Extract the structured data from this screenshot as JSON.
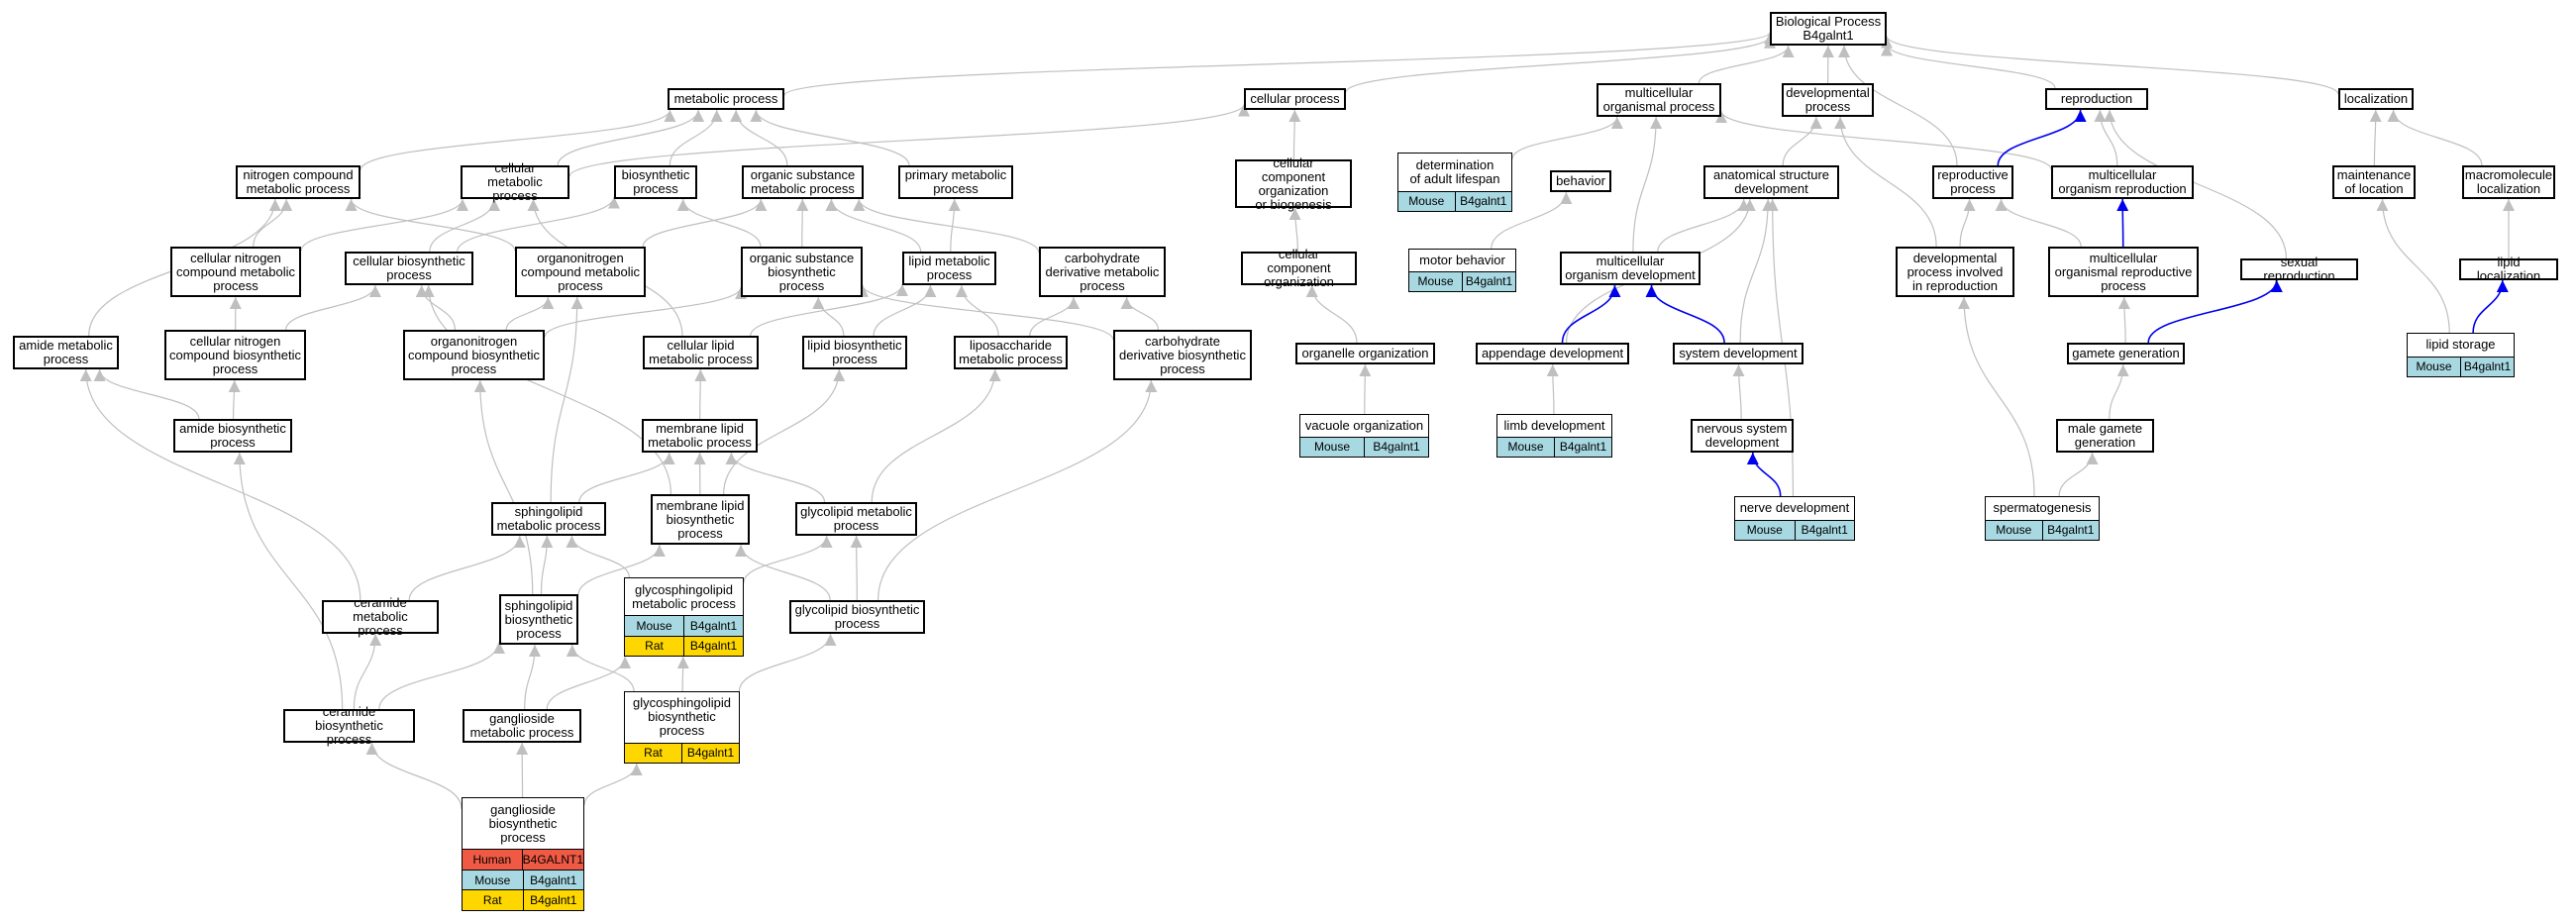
{
  "colors": {
    "edge_gray": "#bfbfbf",
    "edge_blue": "#0000ee",
    "Human": "#f05a45",
    "Mouse": "#a8d8e2",
    "Rat": "#ffd700"
  },
  "nodes": {
    "root": "Biological Process\nB4galnt1",
    "metabolic_process": "metabolic process",
    "cellular_process": "cellular process",
    "multicellular_organismal_process": "multicellular\norganismal process",
    "developmental_process": "developmental\nprocess",
    "reproduction": "reproduction",
    "localization": "localization",
    "nitrogen_compound_metabolic_process": "nitrogen compound\nmetabolic process",
    "cellular_metabolic_process": "cellular metabolic\nprocess",
    "biosynthetic_process": "biosynthetic\nprocess",
    "organic_substance_metabolic_process": "organic substance\nmetabolic process",
    "primary_metabolic_process": "primary metabolic\nprocess",
    "cellular_component_organization_or_biogenesis": "cellular component\norganization\nor biogenesis",
    "behavior": "behavior",
    "anatomical_structure_development": "anatomical structure\ndevelopment",
    "reproductive_process": "reproductive\nprocess",
    "multicellular_organism_reproduction": "multicellular\norganism reproduction",
    "maintenance_of_location": "maintenance\nof location",
    "macromolecule_localization": "macromolecule\nlocalization",
    "cellular_nitrogen_compound_metabolic_process": "cellular nitrogen\ncompound metabolic\nprocess",
    "cellular_biosynthetic_process": "cellular biosynthetic\nprocess",
    "organonitrogen_compound_metabolic_process": "organonitrogen\ncompound metabolic\nprocess",
    "organic_substance_biosynthetic_process": "organic substance\nbiosynthetic\nprocess",
    "lipid_metabolic_process": "lipid metabolic\nprocess",
    "carbohydrate_derivative_metabolic_process": "carbohydrate\nderivative metabolic\nprocess",
    "cellular_component_organization": "cellular component\norganization",
    "multicellular_organism_development": "multicellular\norganism development",
    "developmental_process_involved_in_reproduction": "developmental\nprocess involved\nin reproduction",
    "multicellular_organismal_reproductive_process": "multicellular\norganismal reproductive\nprocess",
    "sexual_reproduction": "sexual reproduction",
    "lipid_localization": "lipid localization",
    "amide_metabolic_process": "amide metabolic\nprocess",
    "cellular_nitrogen_compound_biosynthetic_process": "cellular nitrogen\ncompound biosynthetic\nprocess",
    "organonitrogen_compound_biosynthetic_process": "organonitrogen\ncompound biosynthetic\nprocess",
    "cellular_lipid_metabolic_process": "cellular lipid\nmetabolic process",
    "lipid_biosynthetic_process": "lipid biosynthetic\nprocess",
    "liposaccharide_metabolic_process": "liposaccharide\nmetabolic process",
    "carbohydrate_derivative_biosynthetic_process": "carbohydrate\nderivative biosynthetic\nprocess",
    "organelle_organization": "organelle organization",
    "appendage_development": "appendage development",
    "system_development": "system development",
    "gamete_generation": "gamete generation",
    "amide_biosynthetic_process": "amide biosynthetic\nprocess",
    "membrane_lipid_metabolic_process": "membrane lipid\nmetabolic process",
    "nervous_system_development": "nervous system\ndevelopment",
    "male_gamete_generation": "male gamete\ngeneration",
    "sphingolipid_metabolic_process": "sphingolipid\nmetabolic process",
    "membrane_lipid_biosynthetic_process": "membrane lipid\nbiosynthetic\nprocess",
    "glycolipid_metabolic_process": "glycolipid metabolic\nprocess",
    "ceramide_metabolic_process": "ceramide metabolic\nprocess",
    "sphingolipid_biosynthetic_process": "sphingolipid\nbiosynthetic\nprocess",
    "glycolipid_biosynthetic_process": "glycolipid biosynthetic\nprocess",
    "ceramide_biosynthetic_process": "ceramide biosynthetic\nprocess",
    "ganglioside_metabolic_process": "ganglioside\nmetabolic process"
  },
  "gene_nodes": {
    "determination_of_adult_lifespan": {
      "title": "determination\nof adult lifespan",
      "rows": [
        [
          "Mouse",
          "B4galnt1"
        ]
      ]
    },
    "motor_behavior": {
      "title": "motor behavior",
      "rows": [
        [
          "Mouse",
          "B4galnt1"
        ]
      ]
    },
    "vacuole_organization": {
      "title": "vacuole organization",
      "rows": [
        [
          "Mouse",
          "B4galnt1"
        ]
      ]
    },
    "limb_development": {
      "title": "limb development",
      "rows": [
        [
          "Mouse",
          "B4galnt1"
        ]
      ]
    },
    "nerve_development": {
      "title": "nerve development",
      "rows": [
        [
          "Mouse",
          "B4galnt1"
        ]
      ]
    },
    "spermatogenesis": {
      "title": "spermatogenesis",
      "rows": [
        [
          "Mouse",
          "B4galnt1"
        ]
      ]
    },
    "lipid_storage": {
      "title": "lipid storage",
      "rows": [
        [
          "Mouse",
          "B4galnt1"
        ]
      ]
    },
    "glycosphingolipid_metabolic_process": {
      "title": "glycosphingolipid\nmetabolic process",
      "rows": [
        [
          "Mouse",
          "B4galnt1"
        ],
        [
          "Rat",
          "B4galnt1"
        ]
      ]
    },
    "glycosphingolipid_biosynthetic_process": {
      "title": "glycosphingolipid\nbiosynthetic\nprocess",
      "rows": [
        [
          "Rat",
          "B4galnt1"
        ]
      ]
    },
    "ganglioside_biosynthetic_process": {
      "title": "ganglioside\nbiosynthetic\nprocess",
      "rows": [
        [
          "Human",
          "B4GALNT1"
        ],
        [
          "Mouse",
          "B4galnt1"
        ],
        [
          "Rat",
          "B4galnt1"
        ]
      ]
    }
  },
  "edges": [
    [
      "metabolic_process",
      "root",
      "gray"
    ],
    [
      "cellular_process",
      "root",
      "gray"
    ],
    [
      "multicellular_organismal_process",
      "root",
      "gray"
    ],
    [
      "developmental_process",
      "root",
      "gray"
    ],
    [
      "reproduction",
      "root",
      "gray"
    ],
    [
      "localization",
      "root",
      "gray"
    ],
    [
      "reproductive_process",
      "root",
      "gray"
    ],
    [
      "nitrogen_compound_metabolic_process",
      "metabolic_process",
      "gray"
    ],
    [
      "cellular_metabolic_process",
      "metabolic_process",
      "gray"
    ],
    [
      "biosynthetic_process",
      "metabolic_process",
      "gray"
    ],
    [
      "organic_substance_metabolic_process",
      "metabolic_process",
      "gray"
    ],
    [
      "primary_metabolic_process",
      "metabolic_process",
      "gray"
    ],
    [
      "cellular_metabolic_process",
      "cellular_process",
      "gray"
    ],
    [
      "cellular_component_organization_or_biogenesis",
      "cellular_process",
      "gray"
    ],
    [
      "multicellular_organism_reproduction",
      "multicellular_organismal_process",
      "gray"
    ],
    [
      "determination_of_adult_lifespan",
      "multicellular_organismal_process",
      "gray"
    ],
    [
      "multicellular_organism_development",
      "multicellular_organismal_process",
      "gray"
    ],
    [
      "anatomical_structure_development",
      "developmental_process",
      "gray"
    ],
    [
      "developmental_process_involved_in_reproduction",
      "developmental_process",
      "gray"
    ],
    [
      "reproductive_process",
      "reproduction",
      "blue"
    ],
    [
      "multicellular_organism_reproduction",
      "reproduction",
      "gray"
    ],
    [
      "sexual_reproduction",
      "reproduction",
      "gray"
    ],
    [
      "maintenance_of_location",
      "localization",
      "gray"
    ],
    [
      "macromolecule_localization",
      "localization",
      "gray"
    ],
    [
      "cellular_nitrogen_compound_metabolic_process",
      "nitrogen_compound_metabolic_process",
      "gray"
    ],
    [
      "organonitrogen_compound_metabolic_process",
      "nitrogen_compound_metabolic_process",
      "gray"
    ],
    [
      "amide_metabolic_process",
      "nitrogen_compound_metabolic_process",
      "gray"
    ],
    [
      "cellular_biosynthetic_process",
      "cellular_metabolic_process",
      "gray"
    ],
    [
      "cellular_nitrogen_compound_metabolic_process",
      "cellular_metabolic_process",
      "gray"
    ],
    [
      "cellular_lipid_metabolic_process",
      "cellular_metabolic_process",
      "gray"
    ],
    [
      "cellular_biosynthetic_process",
      "biosynthetic_process",
      "gray"
    ],
    [
      "organic_substance_biosynthetic_process",
      "biosynthetic_process",
      "gray"
    ],
    [
      "organonitrogen_compound_metabolic_process",
      "organic_substance_metabolic_process",
      "gray"
    ],
    [
      "organic_substance_biosynthetic_process",
      "organic_substance_metabolic_process",
      "gray"
    ],
    [
      "lipid_metabolic_process",
      "organic_substance_metabolic_process",
      "gray"
    ],
    [
      "carbohydrate_derivative_metabolic_process",
      "organic_substance_metabolic_process",
      "gray"
    ],
    [
      "lipid_metabolic_process",
      "primary_metabolic_process",
      "gray"
    ],
    [
      "cellular_component_organization",
      "cellular_component_organization_or_biogenesis",
      "gray"
    ],
    [
      "motor_behavior",
      "behavior",
      "gray"
    ],
    [
      "multicellular_organism_development",
      "anatomical_structure_development",
      "gray"
    ],
    [
      "appendage_development",
      "anatomical_structure_development",
      "gray"
    ],
    [
      "system_development",
      "anatomical_structure_development",
      "gray"
    ],
    [
      "nerve_development",
      "anatomical_structure_development",
      "gray"
    ],
    [
      "developmental_process_involved_in_reproduction",
      "reproductive_process",
      "gray"
    ],
    [
      "multicellular_organismal_reproductive_process",
      "reproductive_process",
      "gray"
    ],
    [
      "multicellular_organismal_reproductive_process",
      "multicellular_organism_reproduction",
      "blue"
    ],
    [
      "lipid_storage",
      "maintenance_of_location",
      "gray"
    ],
    [
      "lipid_localization",
      "macromolecule_localization",
      "gray"
    ],
    [
      "cellular_nitrogen_compound_biosynthetic_process",
      "cellular_nitrogen_compound_metabolic_process",
      "gray"
    ],
    [
      "cellular_nitrogen_compound_biosynthetic_process",
      "cellular_biosynthetic_process",
      "gray"
    ],
    [
      "organonitrogen_compound_biosynthetic_process",
      "cellular_biosynthetic_process",
      "gray"
    ],
    [
      "membrane_lipid_biosynthetic_process",
      "cellular_biosynthetic_process",
      "gray"
    ],
    [
      "organonitrogen_compound_biosynthetic_process",
      "organonitrogen_compound_metabolic_process",
      "gray"
    ],
    [
      "sphingolipid_metabolic_process",
      "organonitrogen_compound_metabolic_process",
      "gray"
    ],
    [
      "organonitrogen_compound_biosynthetic_process",
      "organic_substance_biosynthetic_process",
      "gray"
    ],
    [
      "lipid_biosynthetic_process",
      "organic_substance_biosynthetic_process",
      "gray"
    ],
    [
      "carbohydrate_derivative_biosynthetic_process",
      "organic_substance_biosynthetic_process",
      "gray"
    ],
    [
      "cellular_lipid_metabolic_process",
      "lipid_metabolic_process",
      "gray"
    ],
    [
      "lipid_biosynthetic_process",
      "lipid_metabolic_process",
      "gray"
    ],
    [
      "liposaccharide_metabolic_process",
      "lipid_metabolic_process",
      "gray"
    ],
    [
      "liposaccharide_metabolic_process",
      "carbohydrate_derivative_metabolic_process",
      "gray"
    ],
    [
      "carbohydrate_derivative_biosynthetic_process",
      "carbohydrate_derivative_metabolic_process",
      "gray"
    ],
    [
      "organelle_organization",
      "cellular_component_organization",
      "gray"
    ],
    [
      "appendage_development",
      "multicellular_organism_development",
      "blue"
    ],
    [
      "system_development",
      "multicellular_organism_development",
      "blue"
    ],
    [
      "gamete_generation",
      "multicellular_organismal_reproductive_process",
      "gray"
    ],
    [
      "gamete_generation",
      "sexual_reproduction",
      "blue"
    ],
    [
      "lipid_storage",
      "lipid_localization",
      "blue"
    ],
    [
      "amide_biosynthetic_process",
      "amide_metabolic_process",
      "gray"
    ],
    [
      "amide_biosynthetic_process",
      "cellular_nitrogen_compound_biosynthetic_process",
      "gray"
    ],
    [
      "ceramide_metabolic_process",
      "amide_metabolic_process",
      "gray"
    ],
    [
      "sphingolipid_biosynthetic_process",
      "organonitrogen_compound_biosynthetic_process",
      "gray"
    ],
    [
      "membrane_lipid_metabolic_process",
      "cellular_lipid_metabolic_process",
      "gray"
    ],
    [
      "membrane_lipid_biosynthetic_process",
      "lipid_biosynthetic_process",
      "gray"
    ],
    [
      "glycolipid_metabolic_process",
      "liposaccharide_metabolic_process",
      "gray"
    ],
    [
      "glycolipid_biosynthetic_process",
      "carbohydrate_derivative_biosynthetic_process",
      "gray"
    ],
    [
      "vacuole_organization",
      "organelle_organization",
      "gray"
    ],
    [
      "limb_development",
      "appendage_development",
      "gray"
    ],
    [
      "nervous_system_development",
      "system_development",
      "gray"
    ],
    [
      "male_gamete_generation",
      "gamete_generation",
      "gray"
    ],
    [
      "sphingolipid_metabolic_process",
      "membrane_lipid_metabolic_process",
      "gray"
    ],
    [
      "membrane_lipid_biosynthetic_process",
      "membrane_lipid_metabolic_process",
      "gray"
    ],
    [
      "glycolipid_metabolic_process",
      "membrane_lipid_metabolic_process",
      "gray"
    ],
    [
      "nerve_development",
      "nervous_system_development",
      "blue"
    ],
    [
      "spermatogenesis",
      "male_gamete_generation",
      "gray"
    ],
    [
      "spermatogenesis",
      "developmental_process_involved_in_reproduction",
      "gray"
    ],
    [
      "ceramide_metabolic_process",
      "sphingolipid_metabolic_process",
      "gray"
    ],
    [
      "sphingolipid_biosynthetic_process",
      "sphingolipid_metabolic_process",
      "gray"
    ],
    [
      "glycosphingolipid_metabolic_process",
      "sphingolipid_metabolic_process",
      "gray"
    ],
    [
      "sphingolipid_biosynthetic_process",
      "membrane_lipid_biosynthetic_process",
      "gray"
    ],
    [
      "glycolipid_biosynthetic_process",
      "membrane_lipid_biosynthetic_process",
      "gray"
    ],
    [
      "glycosphingolipid_metabolic_process",
      "glycolipid_metabolic_process",
      "gray"
    ],
    [
      "glycolipid_biosynthetic_process",
      "glycolipid_metabolic_process",
      "gray"
    ],
    [
      "ceramide_biosynthetic_process",
      "ceramide_metabolic_process",
      "gray"
    ],
    [
      "ceramide_biosynthetic_process",
      "sphingolipid_biosynthetic_process",
      "gray"
    ],
    [
      "ganglioside_metabolic_process",
      "sphingolipid_biosynthetic_process",
      "gray"
    ],
    [
      "ganglioside_metabolic_process",
      "glycosphingolipid_metabolic_process",
      "gray"
    ],
    [
      "glycosphingolipid_biosynthetic_process",
      "sphingolipid_biosynthetic_process",
      "gray"
    ],
    [
      "glycosphingolipid_biosynthetic_process",
      "glycosphingolipid_metabolic_process",
      "gray"
    ],
    [
      "glycosphingolipid_biosynthetic_process",
      "glycolipid_biosynthetic_process",
      "gray"
    ],
    [
      "ceramide_biosynthetic_process",
      "amide_biosynthetic_process",
      "gray"
    ],
    [
      "ganglioside_biosynthetic_process",
      "ceramide_biosynthetic_process",
      "gray"
    ],
    [
      "ganglioside_biosynthetic_process",
      "ganglioside_metabolic_process",
      "gray"
    ],
    [
      "ganglioside_biosynthetic_process",
      "glycosphingolipid_biosynthetic_process",
      "gray"
    ]
  ]
}
